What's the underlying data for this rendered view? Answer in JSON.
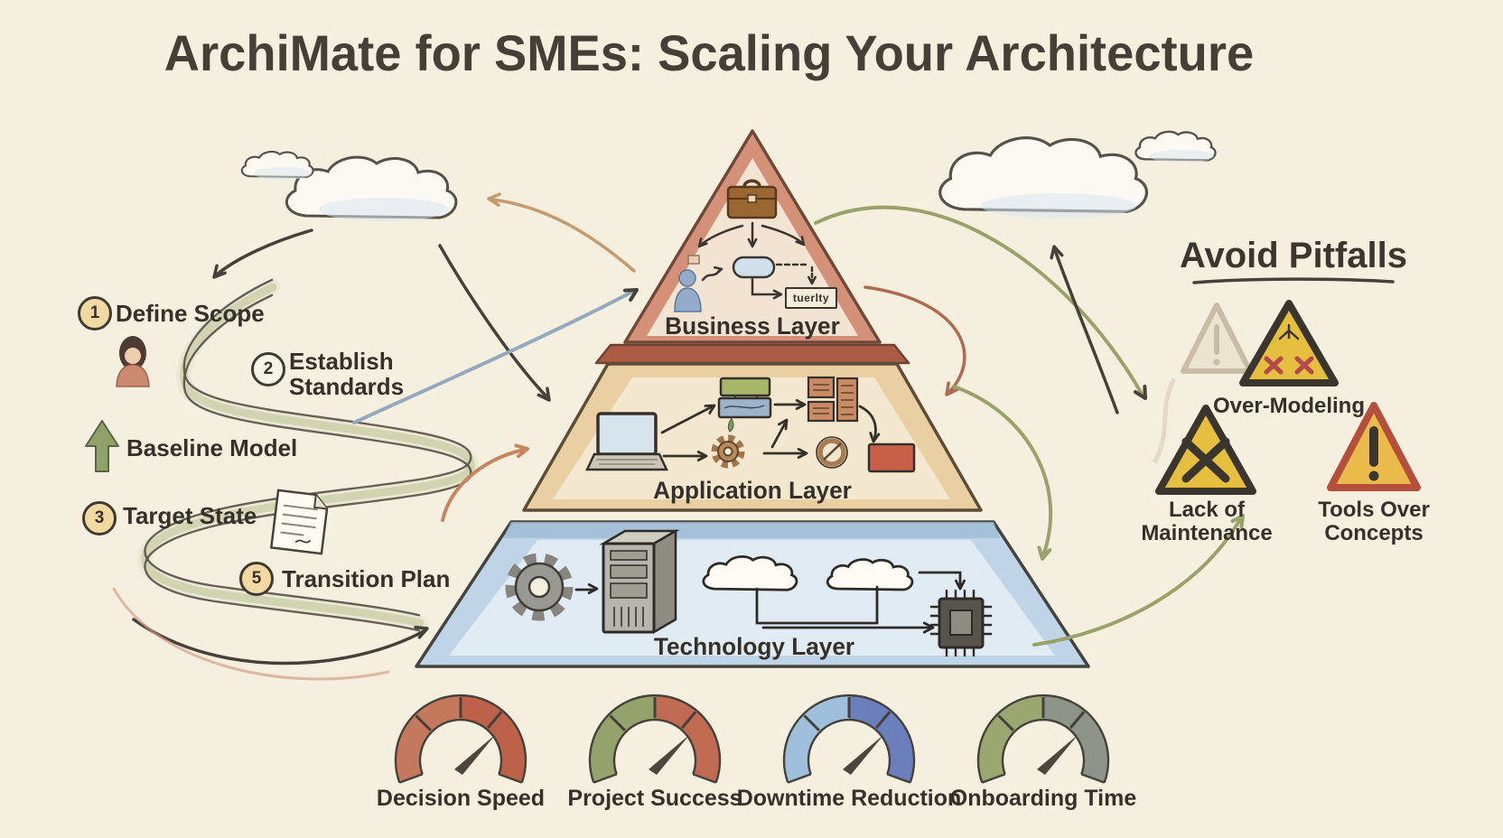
{
  "title": "ArchiMate for SMEs: Scaling Your Architecture",
  "pyramid": {
    "layers": [
      {
        "label": "Business Layer",
        "fill": "#d59178",
        "icons": [
          "briefcase-icon",
          "actor-icon",
          "process-icon",
          "service-label-box"
        ]
      },
      {
        "label": "Application Layer",
        "fill": "#e9cfa2",
        "icons": [
          "laptop-icon",
          "component-boxes",
          "gear-icon",
          "document-stack-icons",
          "sync-ring-icon",
          "module-box"
        ]
      },
      {
        "label": "Technology Layer",
        "fill": "#bfd4e6",
        "icons": [
          "gear-icon",
          "server-icon",
          "cloud-icon",
          "cloud-icon",
          "chip-icon"
        ]
      }
    ],
    "business_box_label": "tuerlty"
  },
  "roadmap": {
    "steps": [
      {
        "num": "1",
        "label": "Define Scope"
      },
      {
        "num": "2",
        "label": "Establish\nStandards"
      },
      {
        "num": "",
        "label": "Baseline Model"
      },
      {
        "num": "3",
        "label": "Target State"
      },
      {
        "num": "5",
        "label": "Transition Plan"
      }
    ],
    "icons": [
      "woman-icon",
      "green-up-arrow-icon",
      "document-icon",
      "winding-road"
    ]
  },
  "pitfalls": {
    "heading": "Avoid Pitfalls",
    "items": [
      {
        "label": "Over-Modeling"
      },
      {
        "label": "Lack of\nMaintenance"
      },
      {
        "label": "Tools Over\nConcepts"
      }
    ],
    "icons": [
      "faint-warning-triangle-icon",
      "warning-triangle-xx-icon",
      "warning-triangle-x-icon",
      "warning-triangle-exclamation-icon"
    ]
  },
  "gauges": [
    {
      "label": "Decision Speed",
      "color_left": "#c4795d",
      "color_right": "#bd6248"
    },
    {
      "label": "Project Success",
      "color_left": "#94a26b",
      "color_right": "#c06b52"
    },
    {
      "label": "Downtime Reduction",
      "color_left": "#9fc0dc",
      "color_right": "#6b7fbd"
    },
    {
      "label": "Onboarding Time",
      "color_left": "#9aa870",
      "color_right": "#8f948b"
    }
  ],
  "colors": {
    "background": "#f5efdf",
    "ink": "#3c372f",
    "accent_green": "#8fa369",
    "warning_yellow": "#e7bf3f",
    "warning_red_border": "#b44f3c",
    "road_olive": "#c9cda6"
  }
}
